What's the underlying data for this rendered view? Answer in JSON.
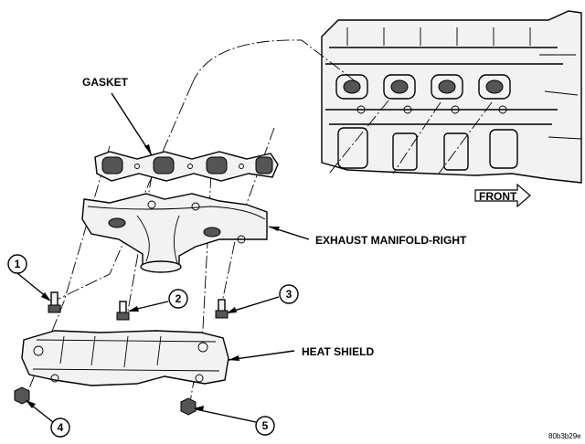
{
  "labels": {
    "gasket": "GASKET",
    "exhaust_manifold": "EXHAUST MANIFOLD-RIGHT",
    "heat_shield": "HEAT SHIELD",
    "front": "FRONT"
  },
  "callouts": [
    "1",
    "2",
    "3",
    "4",
    "5"
  ],
  "figure_code": "80b3b29e"
}
